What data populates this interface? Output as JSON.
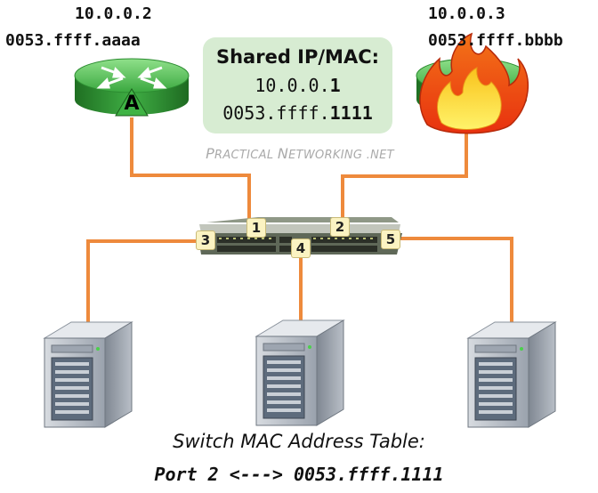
{
  "router_a": {
    "ip": "10.0.0.2",
    "mac": "0053.ffff.aaaa",
    "badge": "A"
  },
  "router_b": {
    "ip": "10.0.0.3",
    "mac": "0053.ffff.bbbb"
  },
  "shared": {
    "title": "Shared IP/MAC:",
    "ip_prefix": "10.0.0.",
    "ip_last": "1",
    "mac_prefix": "0053.ffff.",
    "mac_last": "1111"
  },
  "brand": {
    "p1": "P",
    "p2": "RACTICAL ",
    "n1": "N",
    "n2": "ETWORKING",
    "suffix": " .NET"
  },
  "ports": [
    "1",
    "2",
    "3",
    "4",
    "5"
  ],
  "mac_table": {
    "title": "Switch MAC Address Table:",
    "entry": "Port 2 <---> 0053.ffff.1111"
  },
  "colors": {
    "link": "#ee8a3c",
    "router_green": "#35a33c",
    "shared_box": "#d7ecd2",
    "port_badge": "#fbf3c2"
  }
}
